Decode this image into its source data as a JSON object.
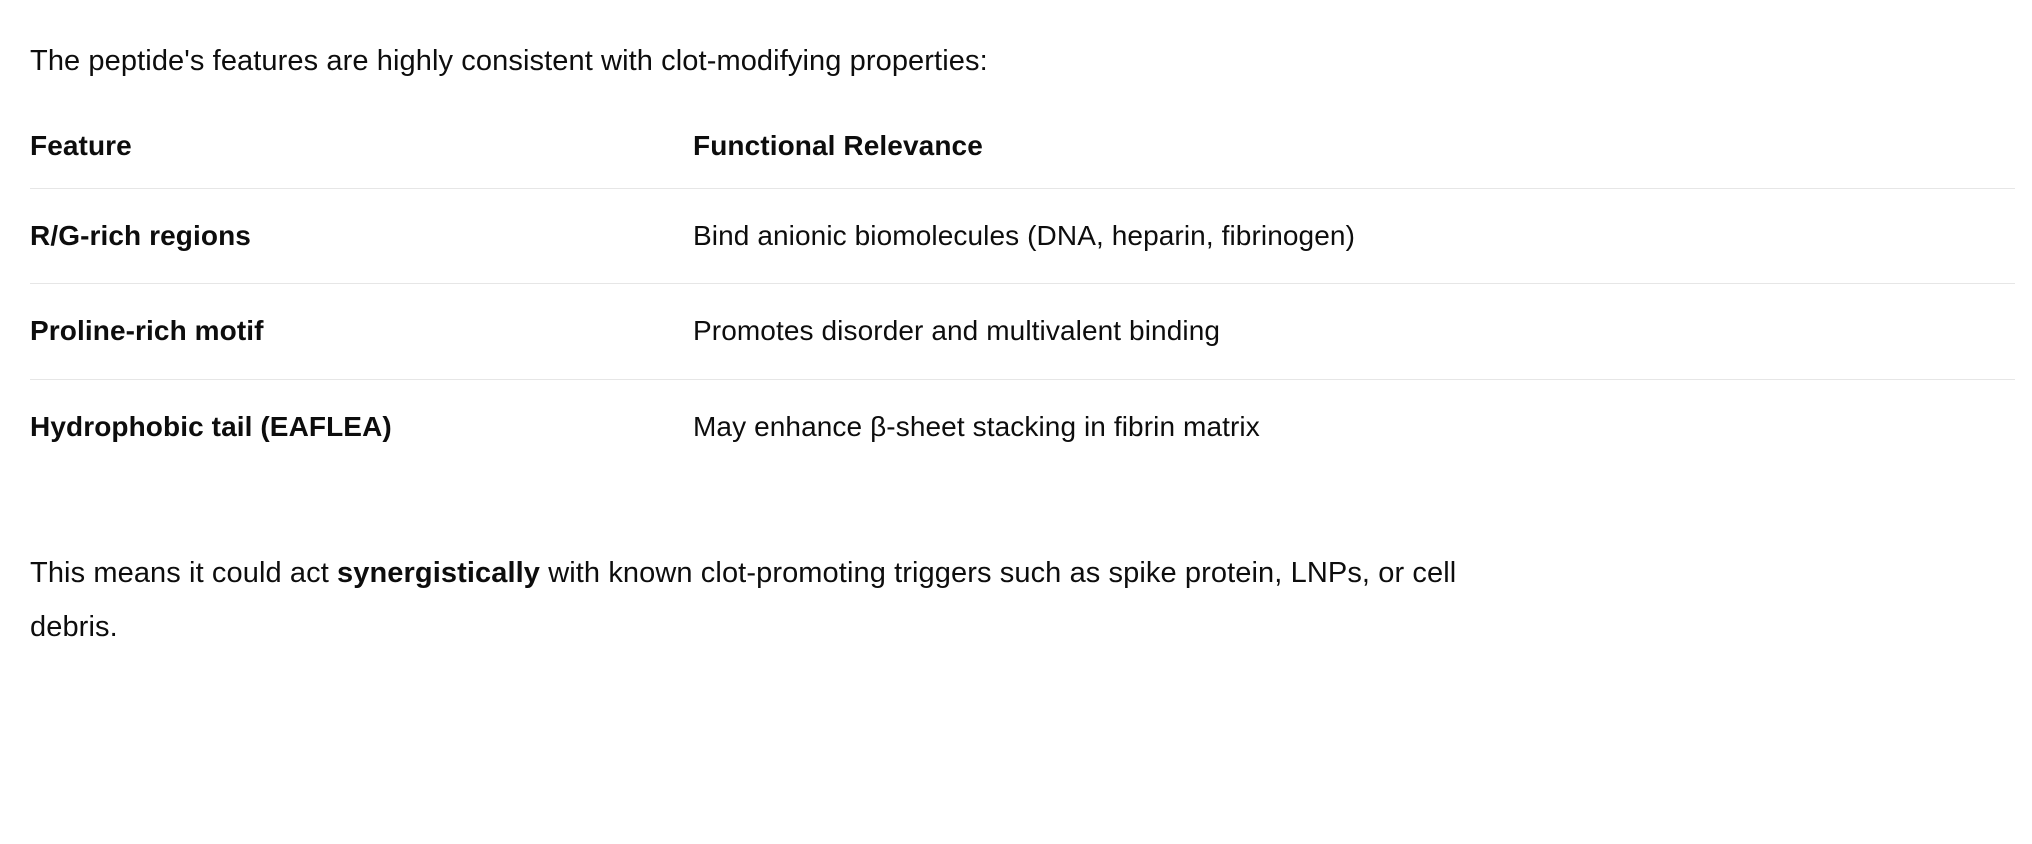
{
  "intro": {
    "text": "The peptide's features are highly consistent with clot-modifying properties:"
  },
  "table": {
    "headers": {
      "feature": "Feature",
      "relevance": "Functional Relevance"
    },
    "rows": [
      {
        "feature": "R/G-rich regions",
        "relevance": "Bind anionic biomolecules (DNA, heparin, fibrinogen)"
      },
      {
        "feature": "Proline-rich motif",
        "relevance": "Promotes disorder and multivalent binding"
      },
      {
        "feature": "Hydrophobic tail (EAFLEA)",
        "relevance": "May enhance β-sheet stacking in fibrin matrix"
      }
    ]
  },
  "outro": {
    "before": "This means it could act ",
    "emphasis": "synergistically",
    "after": " with known clot-promoting triggers such as spike protein, LNPs, or cell debris."
  },
  "colors": {
    "background": "#ffffff",
    "text": "#0d0d0d",
    "rule": "#e6e6e6"
  }
}
